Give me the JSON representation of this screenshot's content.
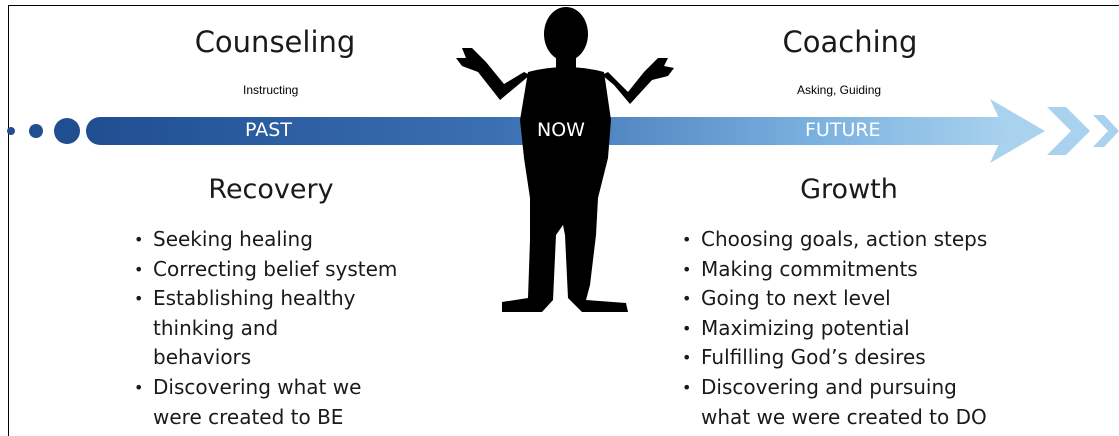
{
  "left": {
    "title": "Counseling",
    "subtitle": "Instructing",
    "section_title": "Recovery",
    "items": [
      "Seeking healing",
      "Correcting belief system",
      "Establishing healthy thinking and behaviors",
      "Discovering what we were created to BE"
    ]
  },
  "right": {
    "title": "Coaching",
    "subtitle": "Asking, Guiding",
    "section_title": "Growth",
    "items": [
      "Choosing goals, action steps",
      "Making commitments",
      "Going to next level",
      "Maximizing potential",
      "Fulfilling God’s desires",
      "Discovering and pursuing what we were created to DO"
    ]
  },
  "timeline": {
    "past_label": "PAST",
    "now_label": "NOW",
    "future_label": "FUTURE"
  },
  "colors": {
    "arrow_dark": "#1f4e91",
    "arrow_light": "#a9d2ee",
    "silhouette": "#000000",
    "text": "#1a1a1a"
  }
}
